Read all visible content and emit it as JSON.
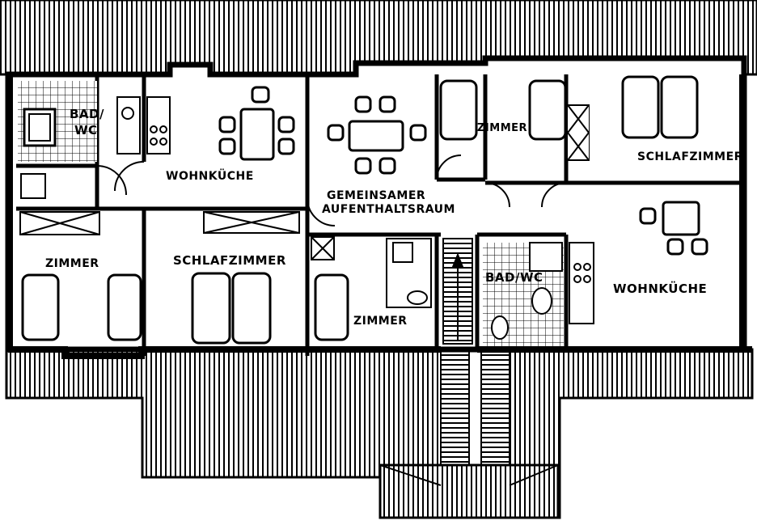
{
  "rooms": {
    "bad_wc_left_1": "BAD/",
    "bad_wc_left_2": "WC",
    "wohnkueche_left": "WOHNKÜCHE",
    "gemeinsamer_1": "GEMEINSAMER",
    "gemeinsamer_2": "AUFENTHALTSRAUM",
    "zimmer_top_right": "ZIMMER",
    "schlafzimmer_right": "SCHLAFZIMMER",
    "zimmer_left": "ZIMMER",
    "schlafzimmer_left": "SCHLAFZIMMER",
    "zimmer_mid": "ZIMMER",
    "bad_wc_right": "BAD/WC",
    "wohnkueche_right": "WOHNKÜCHE"
  },
  "colors": {
    "ink": "#000000",
    "paper": "#ffffff"
  }
}
